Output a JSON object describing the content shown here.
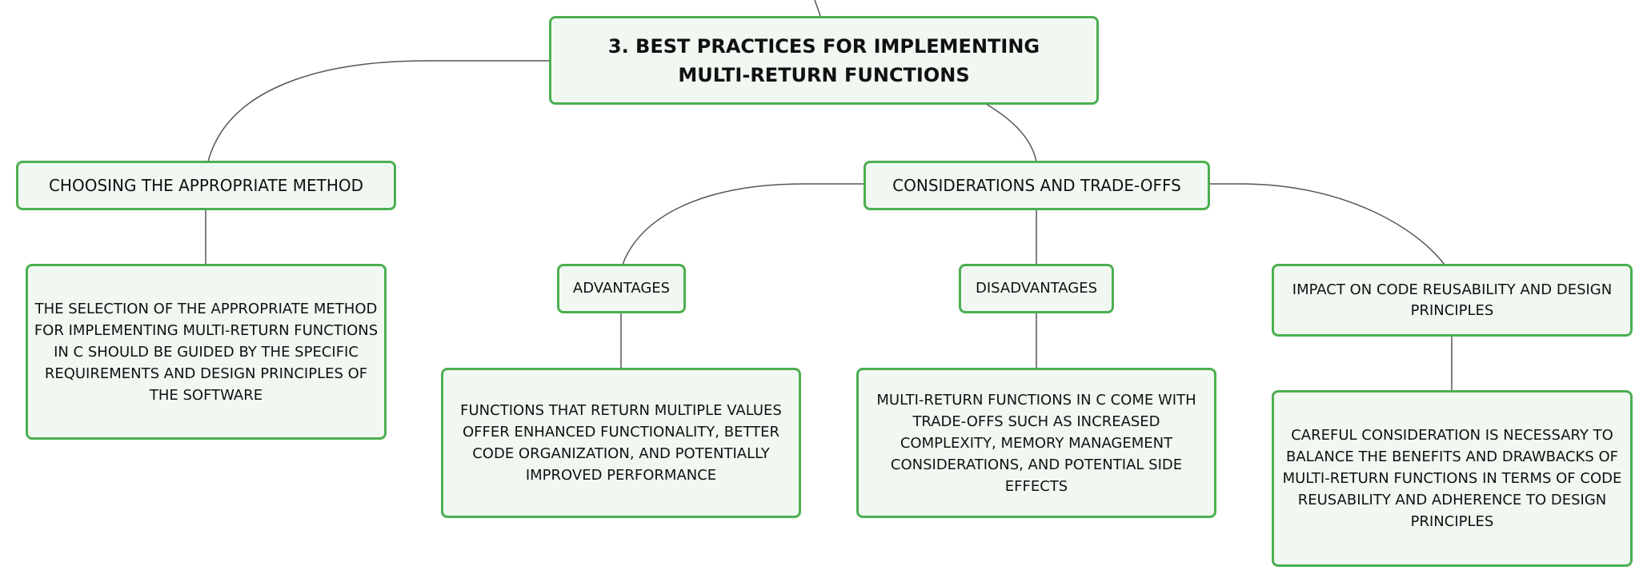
{
  "root": {
    "label": "3. BEST PRACTICES FOR IMPLEMENTING MULTI-RETURN FUNCTIONS"
  },
  "branches": {
    "choosing": {
      "label": "CHOOSING THE APPROPRIATE METHOD",
      "detail": "THE SELECTION OF THE APPROPRIATE METHOD FOR IMPLEMENTING MULTI-RETURN FUNCTIONS IN C SHOULD BE GUIDED BY THE SPECIFIC REQUIREMENTS AND DESIGN PRINCIPLES OF THE SOFTWARE"
    },
    "considerations": {
      "label": "CONSIDERATIONS AND TRADE-OFFS",
      "advantages": {
        "label": "ADVANTAGES",
        "detail": "FUNCTIONS THAT RETURN MULTIPLE VALUES OFFER ENHANCED FUNCTIONALITY, BETTER CODE ORGANIZATION, AND POTENTIALLY IMPROVED PERFORMANCE"
      },
      "disadvantages": {
        "label": "DISADVANTAGES",
        "detail": "MULTI-RETURN FUNCTIONS IN C COME WITH TRADE-OFFS SUCH AS INCREASED COMPLEXITY, MEMORY MANAGEMENT CONSIDERATIONS, AND POTENTIAL SIDE EFFECTS"
      },
      "impact": {
        "label": "IMPACT ON CODE REUSABILITY AND DESIGN PRINCIPLES",
        "detail": "CAREFUL CONSIDERATION IS NECESSARY TO BALANCE THE BENEFITS AND DRAWBACKS OF MULTI-RETURN FUNCTIONS IN TERMS OF CODE REUSABILITY AND ADHERENCE TO DESIGN PRINCIPLES"
      }
    }
  },
  "colors": {
    "node_border": "#4caf50",
    "node_fill": "#f1f8f2",
    "connector": "#555555"
  }
}
